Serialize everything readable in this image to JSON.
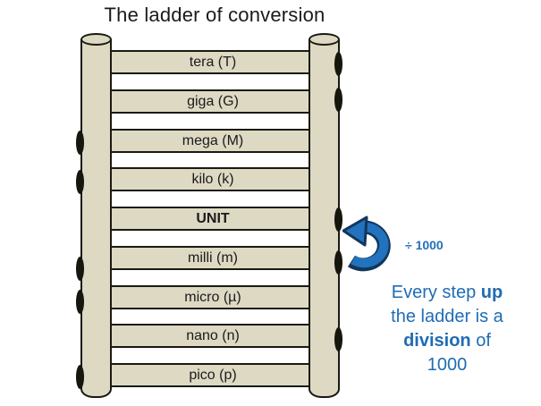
{
  "slide": {
    "title": "The ladder of conversion"
  },
  "ladder": {
    "rungs": [
      {
        "label": "tera (T)",
        "bold": false
      },
      {
        "label": "giga (G)",
        "bold": false
      },
      {
        "label": "mega (M)",
        "bold": false
      },
      {
        "label": "kilo (k)",
        "bold": false
      },
      {
        "label": "UNIT",
        "bold": true
      },
      {
        "label": "milli (m)",
        "bold": false
      },
      {
        "label": "micro (µ)",
        "bold": false
      },
      {
        "label": "nano (n)",
        "bold": false
      },
      {
        "label": "pico (p)",
        "bold": false
      }
    ]
  },
  "annotation": {
    "arrow_label": "÷ 1000",
    "note": {
      "line1_pre": "Every step ",
      "line1_bold": "up",
      "line2": "the ladder is a",
      "line3_bold": "division",
      "line3_post": " of",
      "line4": "1000"
    }
  },
  "colors": {
    "rung_fill": "#DDD9C3",
    "outline": "#1A1A10",
    "arrow_fill": "#2272BE",
    "arrow_outline": "#12365C",
    "note_text": "#1F6CB5",
    "title_text": "#1A1A1A"
  }
}
